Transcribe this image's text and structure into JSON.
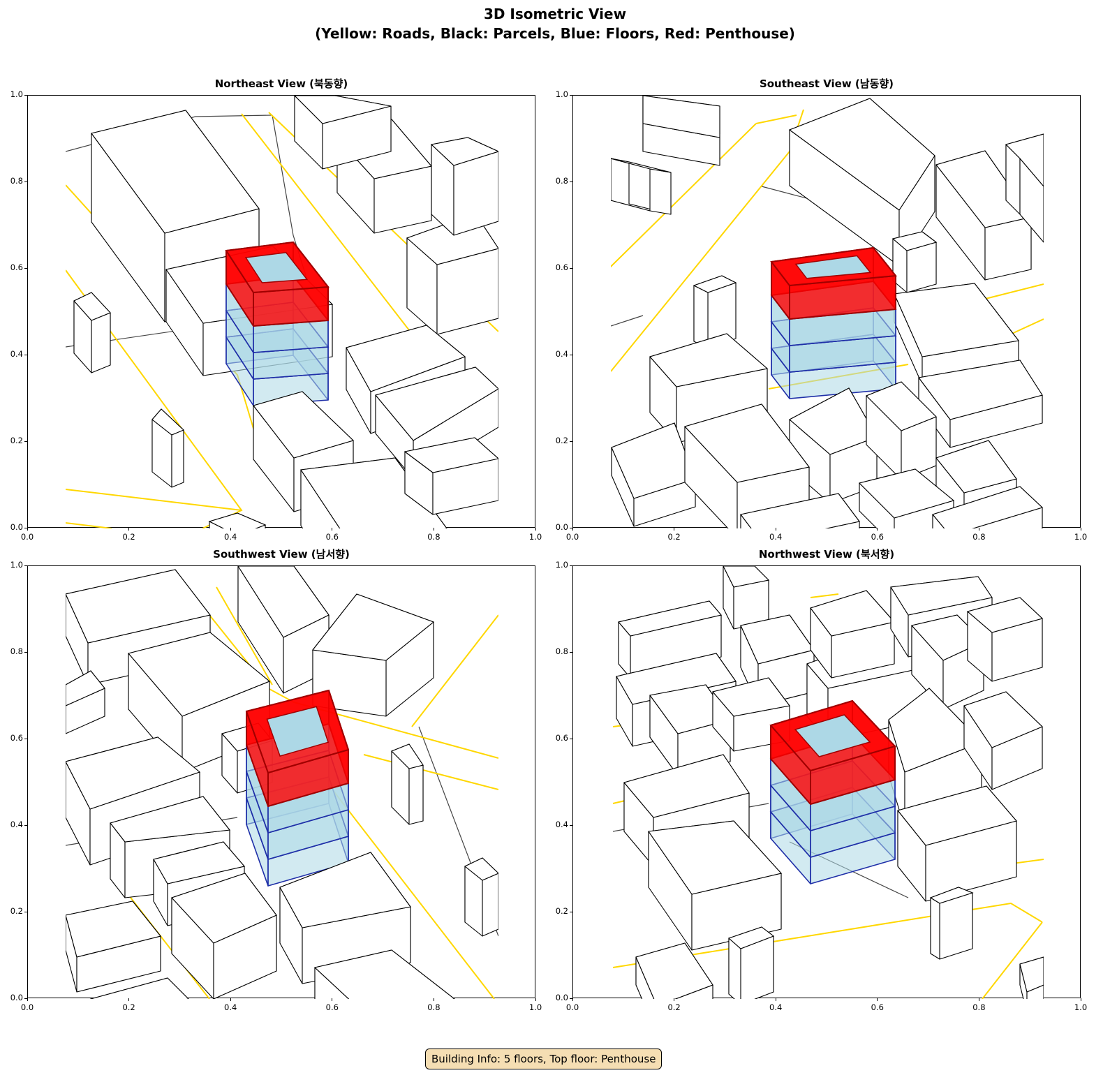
{
  "figure": {
    "title_line1": "3D Isometric View",
    "title_line2": "(Yellow: Roads, Black: Parcels, Blue: Floors, Red: Penthouse)",
    "info": "Building Info: 5 floors, Top floor: Penthouse"
  },
  "panels": [
    {
      "title": "Northeast View (북동향)"
    },
    {
      "title": "Southeast View (남동향)"
    },
    {
      "title": "Southwest View (남서향)"
    },
    {
      "title": "Northwest View (북서향)"
    }
  ],
  "axes": {
    "xticks": [
      "0.0",
      "0.2",
      "0.4",
      "0.6",
      "0.8",
      "1.0"
    ],
    "yticks": [
      "0.0",
      "0.2",
      "0.4",
      "0.6",
      "0.8",
      "1.0"
    ]
  },
  "colors": {
    "road": "#ffd700",
    "parcel": "#000000",
    "floor": "#add8e6",
    "floor_edge": "#1f2fa8",
    "penthouse": "#ff0000",
    "penthouse_edge": "#a00000"
  }
}
